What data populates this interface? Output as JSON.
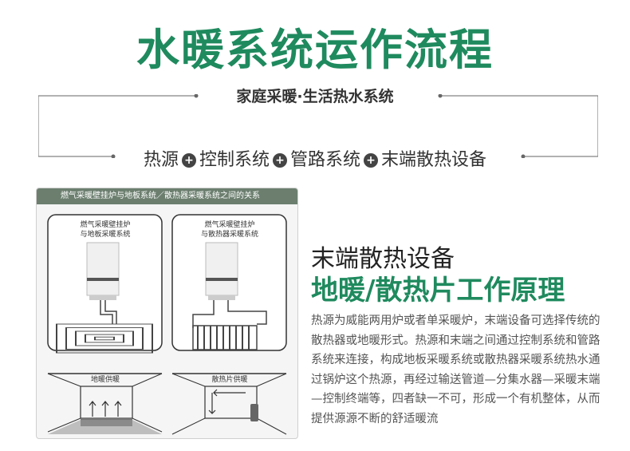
{
  "header": {
    "title": "水暖系统运作流程",
    "subtitle": "家庭采暖·生活热水系统",
    "components": [
      "热源",
      "控制系统",
      "管路系统",
      "末端散热设备"
    ],
    "join_icon": "plus-circle-icon"
  },
  "panel": {
    "heading": "燃气采暖壁挂炉与地板系统／散热器采暖系统之间的关系",
    "left_label_line1": "燃气采暖壁挂炉",
    "left_label_line2": "与地板采暖系统",
    "right_label_line1": "燃气采暖壁挂炉",
    "right_label_line2": "与散热器采暖系统",
    "left_room_label": "地暖供暖",
    "right_room_label": "散热片供暖"
  },
  "caption": {
    "line1": "末端散热设备",
    "line2": "地暖/散热片工作原理"
  },
  "body_text": "热源为威能两用炉或者单采暖炉，末端设备可选择传统的散热器或地暖形式。热源和末端之间通过控制系统和管路系统来连接，构成地板采暖系统或散热器采暖系统热水通过锅炉这个热源，再经过输送管道—分集水器—采暖末端—控制终端等，四者缺一不可，形成一个有机整体，从而提供源源不断的舒适暖流",
  "colors": {
    "brand_green": "#1f8a5e",
    "panel_header": "#6c7f6f"
  }
}
